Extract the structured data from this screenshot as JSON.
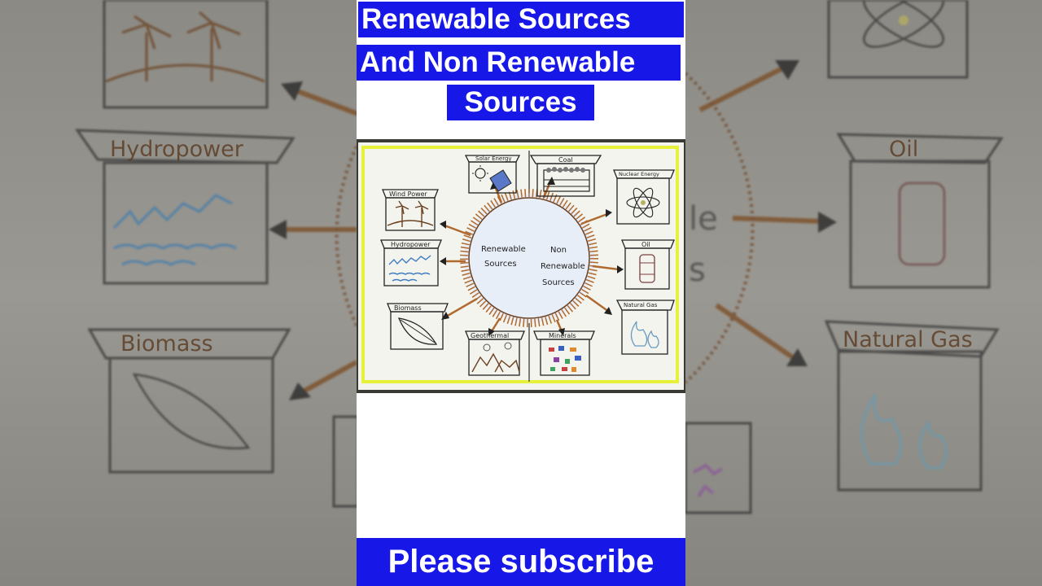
{
  "title": {
    "line1": "Renewable Sources",
    "line2": "And Non Renewable",
    "line3": "Sources"
  },
  "poster": {
    "center_left": [
      "Renewable",
      "Sources"
    ],
    "center_right": [
      "Non",
      "Renewable",
      "Sources"
    ],
    "renewable": {
      "solar": "Solar Energy",
      "wind": "Wind Power",
      "hydro": "Hydropower",
      "biomass": "Biomass",
      "geothermal": "Geothermal"
    },
    "nonrenewable": {
      "coal": "Coal",
      "nuclear": "Nuclear Energy",
      "oil": "Oil",
      "gas": "Natural Gas",
      "minerals": "Minerals"
    }
  },
  "background": {
    "hydropower": "Hydropower",
    "biomass": "Biomass",
    "oil": "Oil",
    "natural_gas": "Natural Gas"
  },
  "footer": {
    "subscribe": "Please subscribe"
  },
  "colors": {
    "banner": "#1717e8",
    "frame": "#e6f23a",
    "ray": "#b06a30"
  }
}
